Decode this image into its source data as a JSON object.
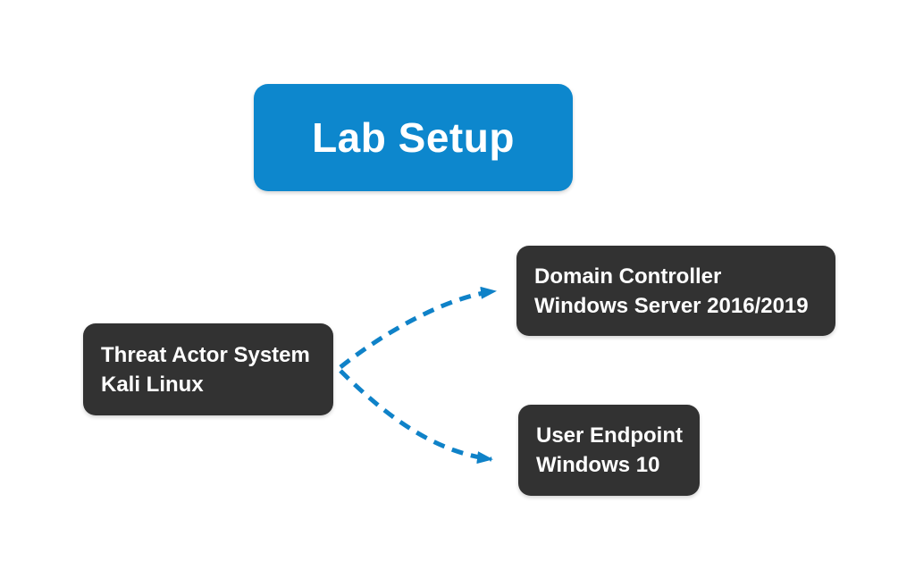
{
  "diagram": {
    "title": "Lab Setup",
    "nodes": {
      "threat_actor": {
        "line1": "Threat Actor System",
        "line2": "Kali Linux"
      },
      "domain_controller": {
        "line1": "Domain Controller",
        "line2": "Windows Server 2016/2019"
      },
      "user_endpoint": {
        "line1": "User Endpoint",
        "line2": "Windows 10"
      }
    },
    "edges": [
      {
        "from": "threat_actor",
        "to": "domain_controller",
        "style": "dashed-curved-arrow"
      },
      {
        "from": "threat_actor",
        "to": "user_endpoint",
        "style": "dashed-curved-arrow"
      }
    ],
    "colors": {
      "title_box_blue": "#0d87cd",
      "node_dark": "#323232",
      "arrow_blue": "#0f82c8",
      "text_white": "#ffffff",
      "background": "#ffffff"
    }
  }
}
